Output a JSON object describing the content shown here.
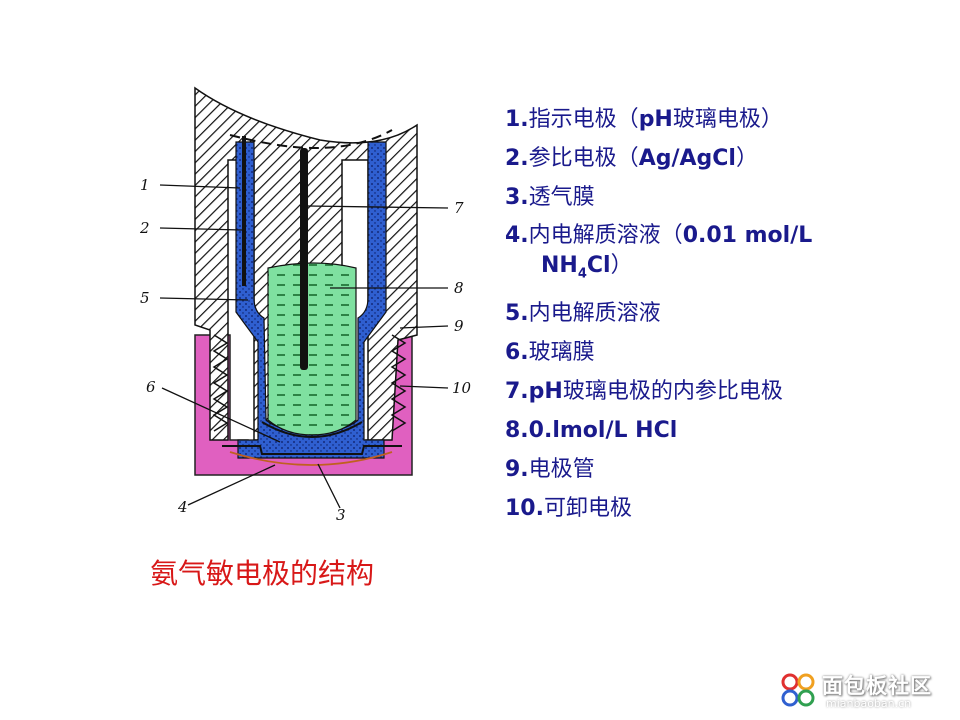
{
  "diagram": {
    "callouts": [
      "1",
      "2",
      "3",
      "4",
      "5",
      "6",
      "7",
      "8",
      "9",
      "10"
    ]
  },
  "legend": [
    {
      "num": "1.",
      "text": "指示电极（",
      "bold": "pH",
      "text2": "玻璃电极）"
    },
    {
      "num": "2.",
      "text": "参比电极（",
      "bold": "Ag/AgCl",
      "text2": "）"
    },
    {
      "num": "3.",
      "text": "透气膜"
    },
    {
      "num": "4.",
      "text": "内电解质溶液（",
      "bold": "0.01 mol/L",
      "cont_a": "NH",
      "cont_sub": "4",
      "cont_b": "Cl",
      "cont_c": "）"
    },
    {
      "num": "5.",
      "text": "内电解质溶液"
    },
    {
      "num": "6.",
      "text": "玻璃膜"
    },
    {
      "num": "7.",
      "bold": "pH",
      "text": "玻璃电极的内参比电极"
    },
    {
      "num": "8.",
      "bold": "0.lmol/L HCl"
    },
    {
      "num": "9.",
      "text": "电极管"
    },
    {
      "num": "10.",
      "text": "可卸电极"
    }
  ],
  "caption": "氨气敏电极的结构",
  "watermark": {
    "name": "面包板社区",
    "url": "mianbaoban.cn"
  },
  "colors": {
    "blue": "#2f5fd0",
    "green": "#7fe0a0",
    "magenta": "#e060c0",
    "legend": "#1a1a8c",
    "caption": "#d81818"
  }
}
